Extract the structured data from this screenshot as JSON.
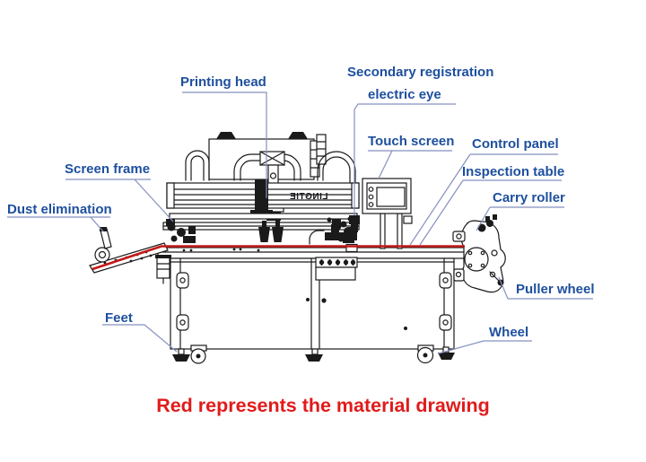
{
  "colors": {
    "label": "#1d4f9e",
    "leader": "#8590bf",
    "material": "#c41818",
    "caption": "#e11b1b",
    "line": "#1a1a1a"
  },
  "caption": "Red represents the material drawing",
  "machine": {
    "brand_text_mirrored": "LINGTIE"
  },
  "labels": {
    "printing_head": "Printing head",
    "secondary_registration_line1": "Secondary registration",
    "secondary_registration_line2": "electric eye",
    "touch_screen": "Touch screen",
    "control_panel": "Control panel",
    "inspection_table": "Inspection table",
    "carry_roller": "Carry roller",
    "puller_wheel": "Puller wheel",
    "wheel": "Wheel",
    "feet": "Feet",
    "screen_frame": "Screen frame",
    "dust_elimination": "Dust elimination"
  }
}
